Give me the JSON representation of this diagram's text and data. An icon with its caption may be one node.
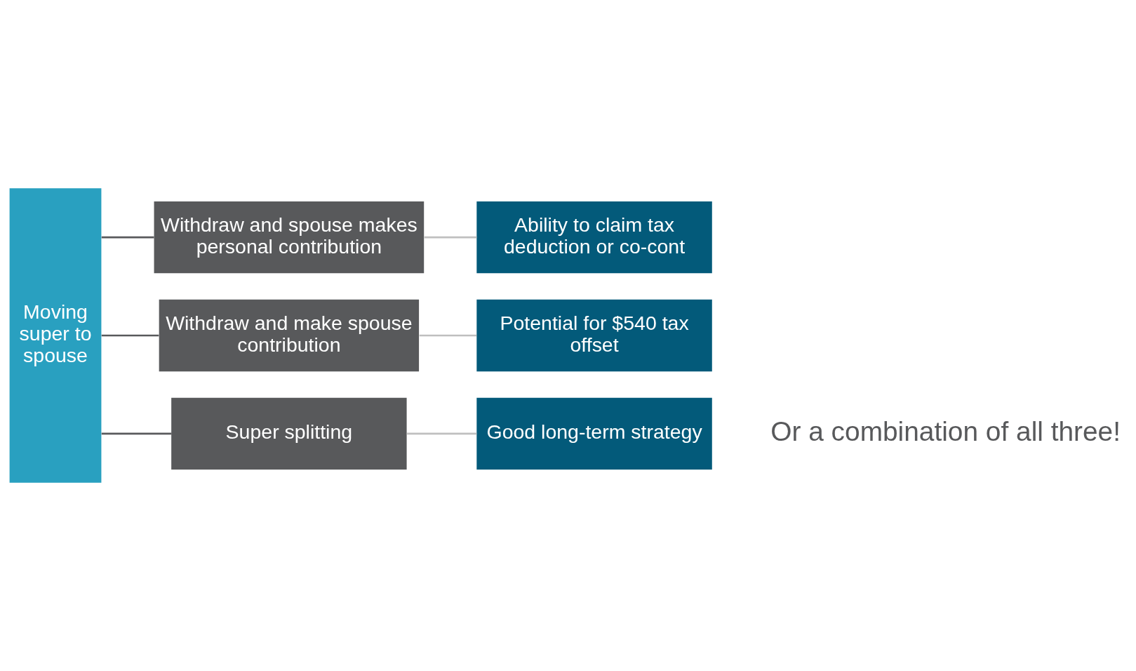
{
  "diagram": {
    "nodes": [
      {
        "text": [
          "Moving super to spouse"
        ]
      },
      {
        "text": [
          "Withdraw and spouse makes personal contribution"
        ]
      },
      {
        "text": [
          "Withdraw and make spouse contribution"
        ]
      },
      {
        "text": [
          "Super splitting"
        ]
      },
      {
        "text": [
          "Ability to claim tax deduction or co-cont"
        ]
      },
      {
        "text": [
          "Potential for $540 tax offset"
        ]
      },
      {
        "text": [
          "Good long-term strategy"
        ]
      }
    ],
    "edges": [
      {
        "from": 0,
        "to": 1,
        "arrow": "none",
        "color": "#58595b"
      },
      {
        "from": 0,
        "to": 2,
        "arrow": "none",
        "color": "#58595b"
      },
      {
        "from": 0,
        "to": 3,
        "arrow": "none",
        "color": "#58595b"
      },
      {
        "from": 1,
        "to": 4,
        "arrow": "none",
        "color": "#bfbfbf"
      },
      {
        "from": 2,
        "to": 5,
        "arrow": "none",
        "color": "#bfbfbf"
      },
      {
        "from": 3,
        "to": 6,
        "arrow": "none",
        "color": "#bfbfbf"
      }
    ],
    "labels": [
      "Or a combination of all three!"
    ]
  }
}
